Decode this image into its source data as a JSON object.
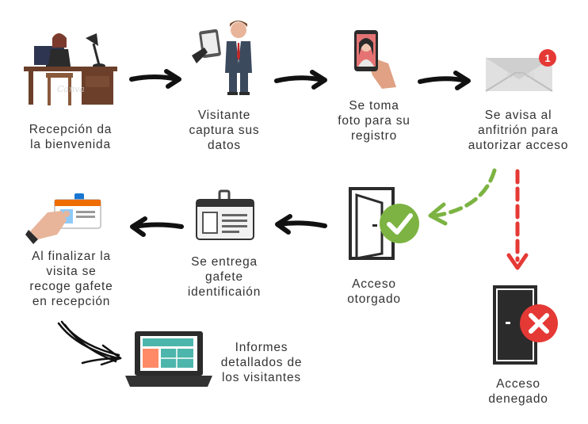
{
  "steps": {
    "reception": "Recepción da\nla bienvenida",
    "capture": "Visitante\ncaptura sus\ndatos",
    "photo": "Se toma\nfoto para su\nregistro",
    "notify": "Se avisa al\nanfitrión para\nautorizar acceso",
    "granted": "Acceso\notorgado",
    "badge": "Se entrega\ngafete\nidentificaión",
    "collect": "Al finalizar la\nvisita se\nrecoge gafete\nen recepción",
    "reports": "Informes\ndetallados de\nlos visitantes",
    "denied": "Acceso\ndenegado"
  },
  "notification_count": "1",
  "watermark": "Canva",
  "colors": {
    "approve": "#7cb342",
    "deny": "#e53935",
    "text": "#333333",
    "dark": "#2b2b2b"
  }
}
